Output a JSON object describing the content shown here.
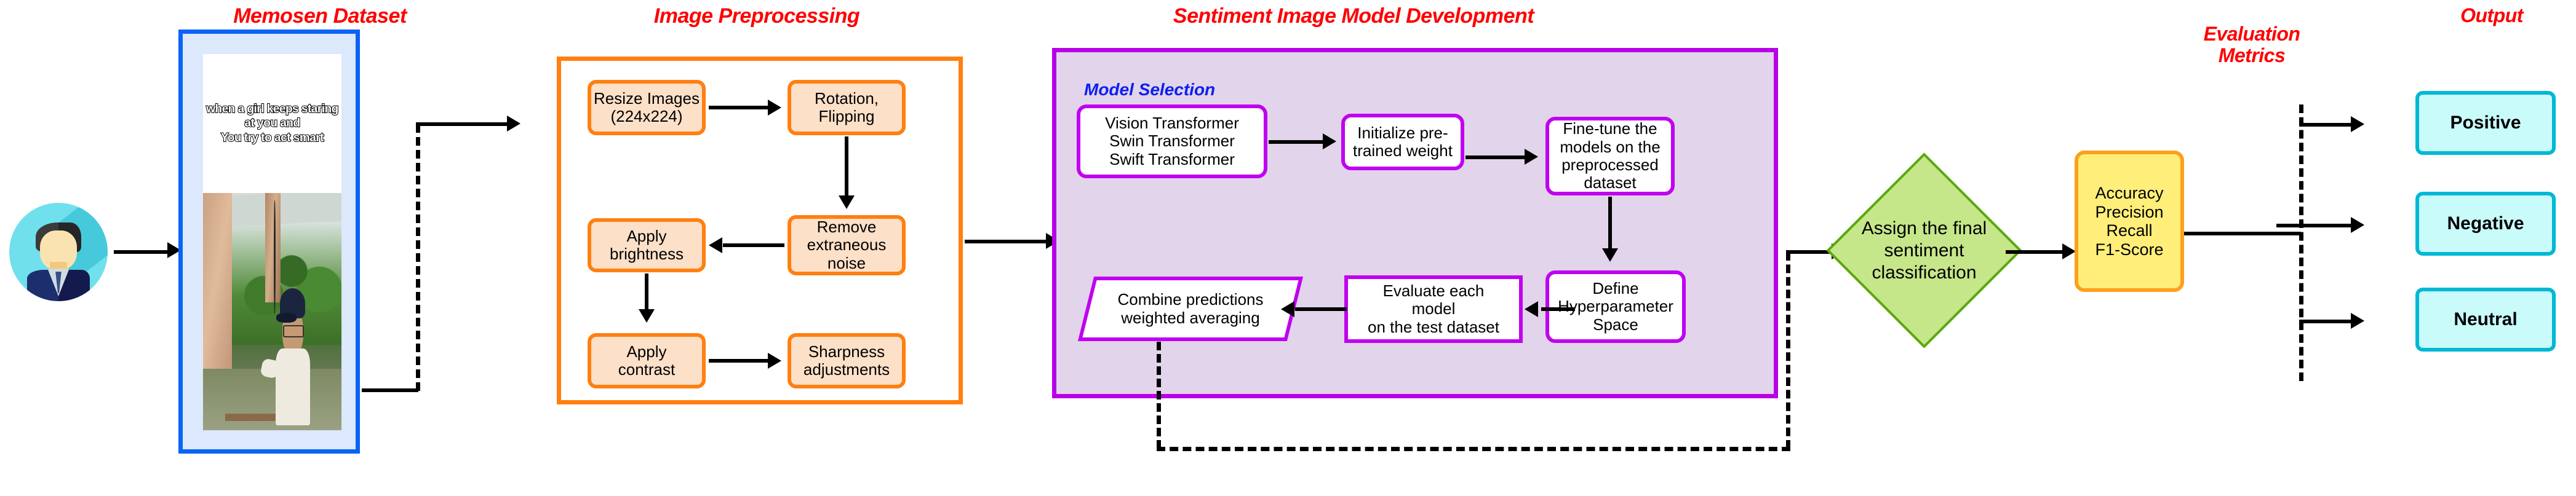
{
  "sections": {
    "dataset": {
      "title": "Memosen Dataset"
    },
    "prep": {
      "title": "Image Preprocessing"
    },
    "model": {
      "title": "Sentiment Image Model Development",
      "subcaption": "Model Selection"
    },
    "metrics": {
      "title": "Evaluation\nMetrics"
    },
    "output": {
      "title": "Output"
    }
  },
  "dataset": {
    "meme_caption_line1": "when a girl keeps staring at you and",
    "meme_caption_line2": "You  try  to   act  smart"
  },
  "preprocessing": {
    "nodes": [
      {
        "id": "resize",
        "label": "Resize Images\n(224x224)"
      },
      {
        "id": "rotation",
        "label": "Rotation,\nFlipping"
      },
      {
        "id": "brightness",
        "label": "Apply\nbrightness"
      },
      {
        "id": "noise",
        "label": "Remove\nextraneous\nnoise"
      },
      {
        "id": "contrast",
        "label": "Apply\ncontrast"
      },
      {
        "id": "sharpness",
        "label": "Sharpness\nadjustments"
      }
    ]
  },
  "model_development": {
    "nodes": [
      {
        "id": "model-selection",
        "label": "Vision Transformer\nSwin Transformer\nSwift Transformer"
      },
      {
        "id": "init-weights",
        "label": "Initialize pre-\ntrained weight"
      },
      {
        "id": "fine-tune",
        "label": "Fine-tune the\nmodels on the\npreprocessed\ndataset"
      },
      {
        "id": "combine",
        "label": "Combine predictions\nweighted averaging"
      },
      {
        "id": "evaluate",
        "label": "Evaluate each\nmodel\non the test dataset"
      },
      {
        "id": "hyperparam",
        "label": "Define\nHyperparameter\nSpace"
      }
    ]
  },
  "decision": {
    "label": "Assign the final\nsentiment\nclassification"
  },
  "metrics": {
    "label": "Accuracy\nPrecision\nRecall\nF1-Score"
  },
  "output": {
    "items": [
      {
        "id": "positive",
        "label": "Positive"
      },
      {
        "id": "negative",
        "label": "Negative"
      },
      {
        "id": "neutral",
        "label": "Neutral"
      }
    ]
  },
  "colors": {
    "title_red": "#ff0000",
    "dataset_border": "#0b63f6",
    "dataset_fill": "#dce8fb",
    "prep_border": "#ff7f11",
    "prep_fill": "#fde0c8",
    "model_border": "#b800e6",
    "model_fill": "#e2d4ea",
    "node_purple_border": "#c000f0",
    "decision_fill": "#c6e68a",
    "decision_border": "#5aa80f",
    "metric_fill": "#ffef7a",
    "metric_border": "#ff9f1c",
    "output_fill": "#c9fbfb",
    "output_border": "#00b8d4",
    "subcaption_blue": "#0b1ef0"
  }
}
